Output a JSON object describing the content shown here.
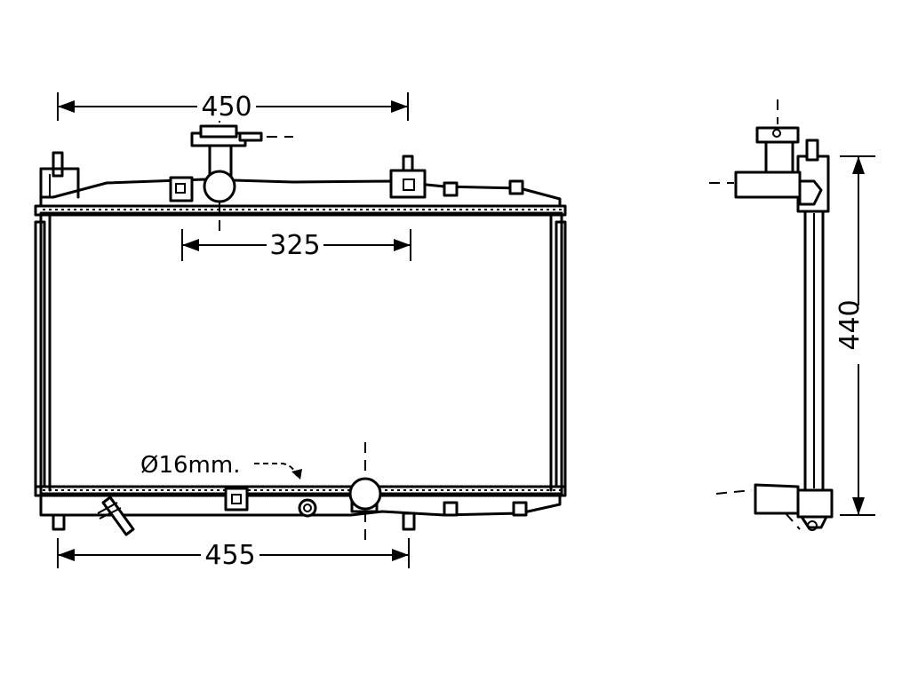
{
  "dimensions": {
    "top_width": "450",
    "inlet_spacing": "325",
    "bottom_width": "455",
    "core_height": "440",
    "pipe_diameter": "Ø16mm."
  },
  "colors": {
    "line": "#000000",
    "background": "#ffffff"
  }
}
